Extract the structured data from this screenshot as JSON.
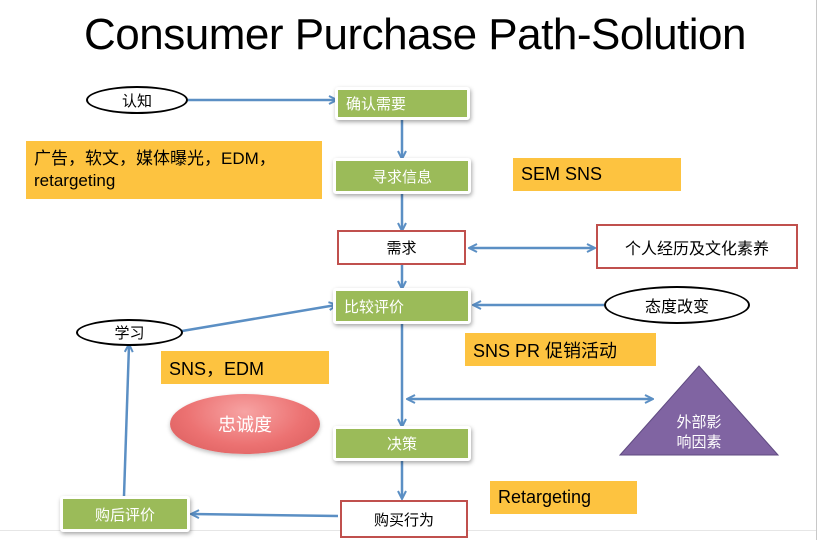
{
  "title": "Consumer Purchase Path-Solution",
  "colors": {
    "step_green": "#9bbb59",
    "outline_red": "#c0504d",
    "channel_orange": "#fdc340",
    "arrow_blue": "#5b8fc4",
    "loyalty_red": "#ec7272",
    "external_purple": "#8064a2"
  },
  "flow": {
    "steps": [
      {
        "id": "recognize-need",
        "label": "确认需要",
        "style": "green"
      },
      {
        "id": "search-info",
        "label": "寻求信息",
        "style": "green"
      },
      {
        "id": "demand",
        "label": "需求",
        "style": "red-outline"
      },
      {
        "id": "compare-evaluate",
        "label": "比较评价",
        "style": "green"
      },
      {
        "id": "decision",
        "label": "决策",
        "style": "green"
      },
      {
        "id": "purchase-behavior",
        "label": "购买行为",
        "style": "red-outline"
      },
      {
        "id": "post-purchase-evaluation",
        "label": "购后评价",
        "style": "green"
      }
    ],
    "inputs": {
      "cognition": "认知",
      "personal_experience": "个人经历及文化素养",
      "attitude_change": "态度改变",
      "learning": "学习",
      "external_factors_line1": "外部影",
      "external_factors_line2": "响因素",
      "loyalty": "忠诚度"
    },
    "channels": {
      "awareness_line1": "广告，软文，媒体曝光，EDM，",
      "awareness_line2": "retargeting",
      "search": "SEM SNS",
      "comparison": "SNS PR 促销活动",
      "learning": "SNS，EDM",
      "purchase": "Retargeting"
    }
  }
}
